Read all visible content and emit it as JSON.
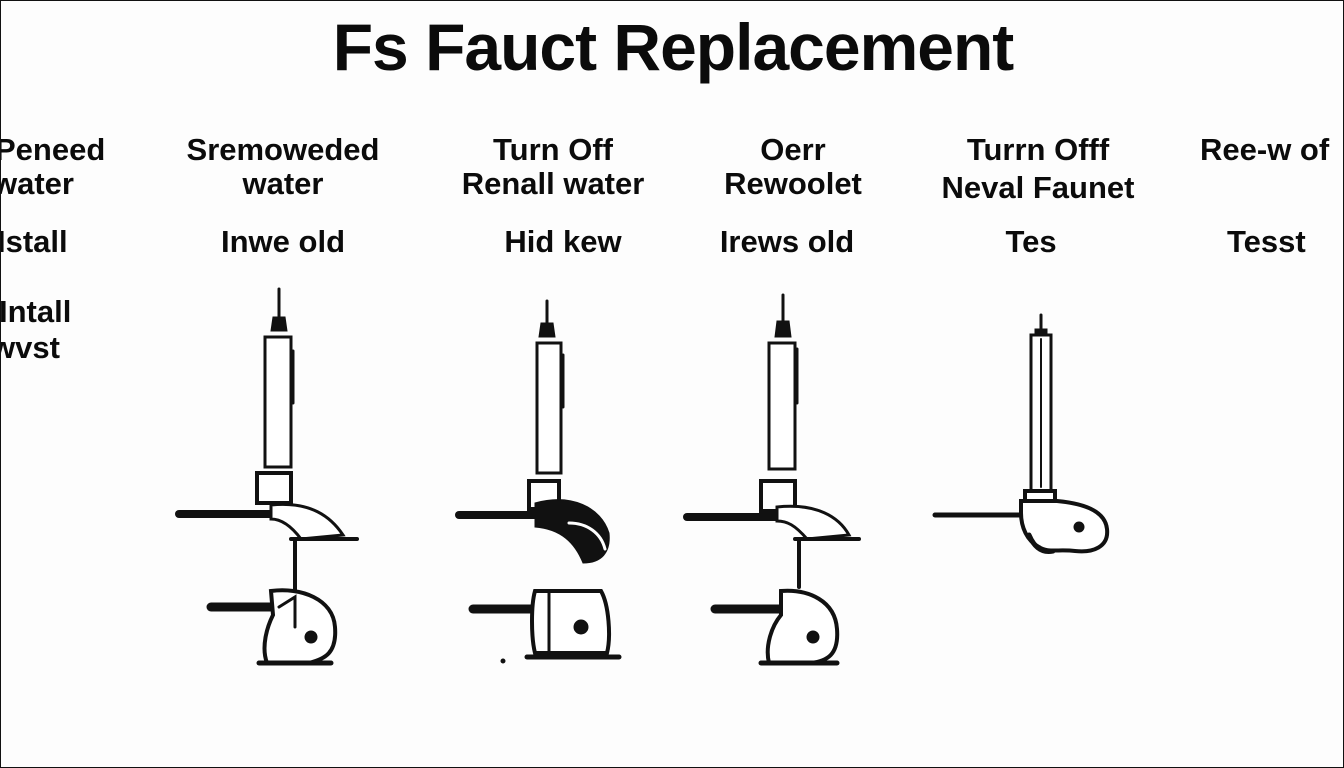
{
  "title": "Fs Fauct Replacement",
  "columns": [
    {
      "heading_line1": "Peneed",
      "heading_line2": "water",
      "step": "Istall",
      "extra_line1": "Intall",
      "extra_line2": "wvst"
    },
    {
      "heading_line1": "Sremoweded",
      "heading_line2": "water",
      "step": "Inwe old"
    },
    {
      "heading_line1": "Turn Off",
      "heading_line2": "Renall water",
      "step": "Hid kew"
    },
    {
      "heading_line1": "Oerr",
      "heading_line2": "Rewoolet",
      "step": "Irews old"
    },
    {
      "heading_line1": "Turrn Offf",
      "heading_line2": "Neval Faunet",
      "step": "Tes"
    },
    {
      "heading_line1": "Ree-w of",
      "step": "Tesst"
    }
  ],
  "colors": {
    "ink": "#111111",
    "background": "#fdfdfd"
  },
  "illustrations": [
    "faucet-spout-and-valve",
    "faucet-elbow-and-valve",
    "faucet-spout-and-valve",
    "faucet-single-elbow"
  ]
}
